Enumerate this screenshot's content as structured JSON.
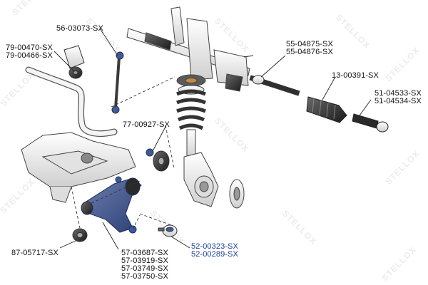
{
  "watermark": "STELLOX",
  "colors": {
    "part_fill": "#f2f2f2",
    "part_stroke": "#444444",
    "highlight_label": "#1a3f9c",
    "arm_blue": "#3d5a9e",
    "leader": "#222222"
  },
  "labels": {
    "stab_link": "56-03073-SX",
    "stab_bush_a": "79-00470-SX",
    "stab_bush_b": "79-00466-SX",
    "steering_rod_a": "55-04875-SX",
    "steering_rod_b": "55-04876-SX",
    "boot": "13-00391-SX",
    "tie_end_a": "51-04533-SX",
    "tie_end_b": "51-04534-SX",
    "upper_bush": "77-00927-SX",
    "ball_joint_a": "52-00323-SX",
    "ball_joint_b": "52-00289-SX",
    "arm_bush": "87-05717-SX",
    "arm_a": "57-03687-SX",
    "arm_b": "57-03919-SX",
    "arm_c": "57-03749-SX",
    "arm_d": "57-03750-SX"
  }
}
